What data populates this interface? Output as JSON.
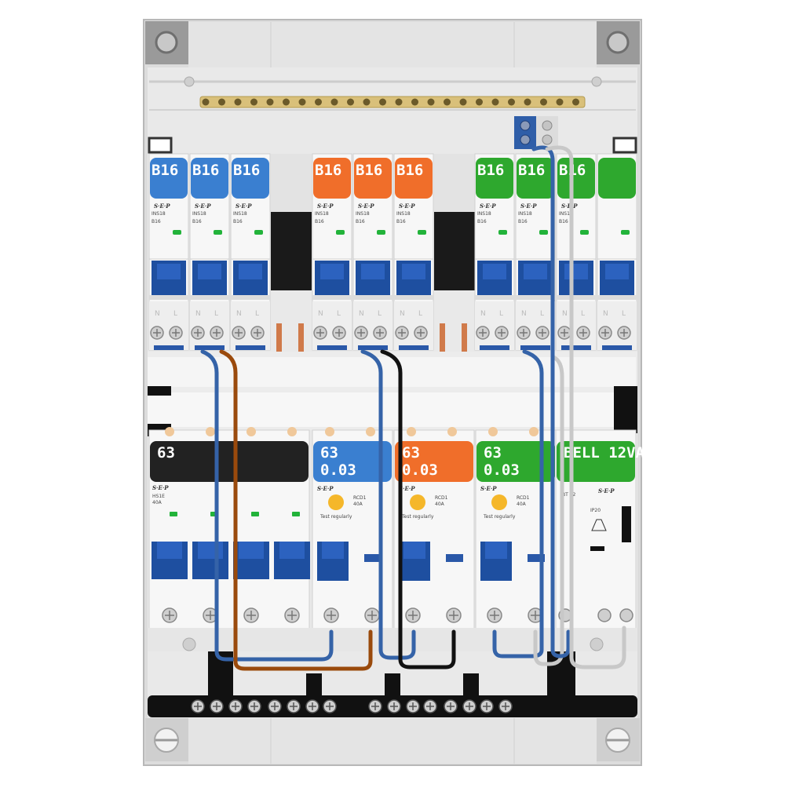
{
  "colors": {
    "blue": "#3a7fd0",
    "orange": "#f06e2a",
    "green": "#2ea82e",
    "black": "#222222",
    "wire_blue": "#3563a8",
    "wire_brown": "#9a4a0c",
    "wire_black": "#111111",
    "wire_grey": "#c8c8c8"
  },
  "top_row": {
    "breakers": [
      {
        "label": "B16",
        "brand": "S·E·P",
        "model": "INS18",
        "rating": "B16",
        "color": "blue"
      },
      {
        "label": "B16",
        "brand": "S·E·P",
        "model": "INS18",
        "rating": "B16",
        "color": "blue"
      },
      {
        "label": "B16",
        "brand": "S·E·P",
        "model": "INS18",
        "rating": "B16",
        "color": "blue"
      },
      {
        "label": "B16",
        "brand": "S·E·P",
        "model": "INS18",
        "rating": "B16",
        "color": "orange"
      },
      {
        "label": "B16",
        "brand": "S·E·P",
        "model": "INS18",
        "rating": "B16",
        "color": "orange"
      },
      {
        "label": "B16",
        "brand": "S·E·P",
        "model": "INS18",
        "rating": "B16",
        "color": "orange"
      },
      {
        "label": "B16",
        "brand": "S·E·P",
        "model": "INS18",
        "rating": "B16",
        "color": "green"
      },
      {
        "label": "B16",
        "brand": "S·E·P",
        "model": "INS18",
        "rating": "B16",
        "color": "green"
      },
      {
        "label": "B16",
        "brand": "S·E·P",
        "model": "INS18",
        "rating": "B16",
        "color": "green"
      },
      {
        "label": "",
        "brand": "",
        "model": "",
        "rating": "",
        "color": "green"
      }
    ],
    "terminal_letters": [
      "N",
      "L"
    ]
  },
  "bottom_row": {
    "main_switch": {
      "label": "63",
      "brand": "S·E·P",
      "model": "HS1E",
      "rating": "40A",
      "color": "black"
    },
    "rcds": [
      {
        "label_line1": "63",
        "label_line2": "0.03",
        "brand": "S·E·P",
        "model": "RCD1",
        "rating": "40A",
        "note": "Test regularly",
        "color": "blue"
      },
      {
        "label_line1": "63",
        "label_line2": "0.03",
        "brand": "S·E·P",
        "model": "RCD1",
        "rating": "40A",
        "note": "Test regularly",
        "color": "orange"
      },
      {
        "label_line1": "63",
        "label_line2": "0.03",
        "brand": "S·E·P",
        "model": "RCD1",
        "rating": "40A",
        "note": "Test regularly",
        "color": "green"
      }
    ],
    "bell": {
      "label": "BELL 12VA",
      "brand": "S·E·P",
      "model": "BT 12",
      "rating": "IP20",
      "color": "green"
    }
  }
}
